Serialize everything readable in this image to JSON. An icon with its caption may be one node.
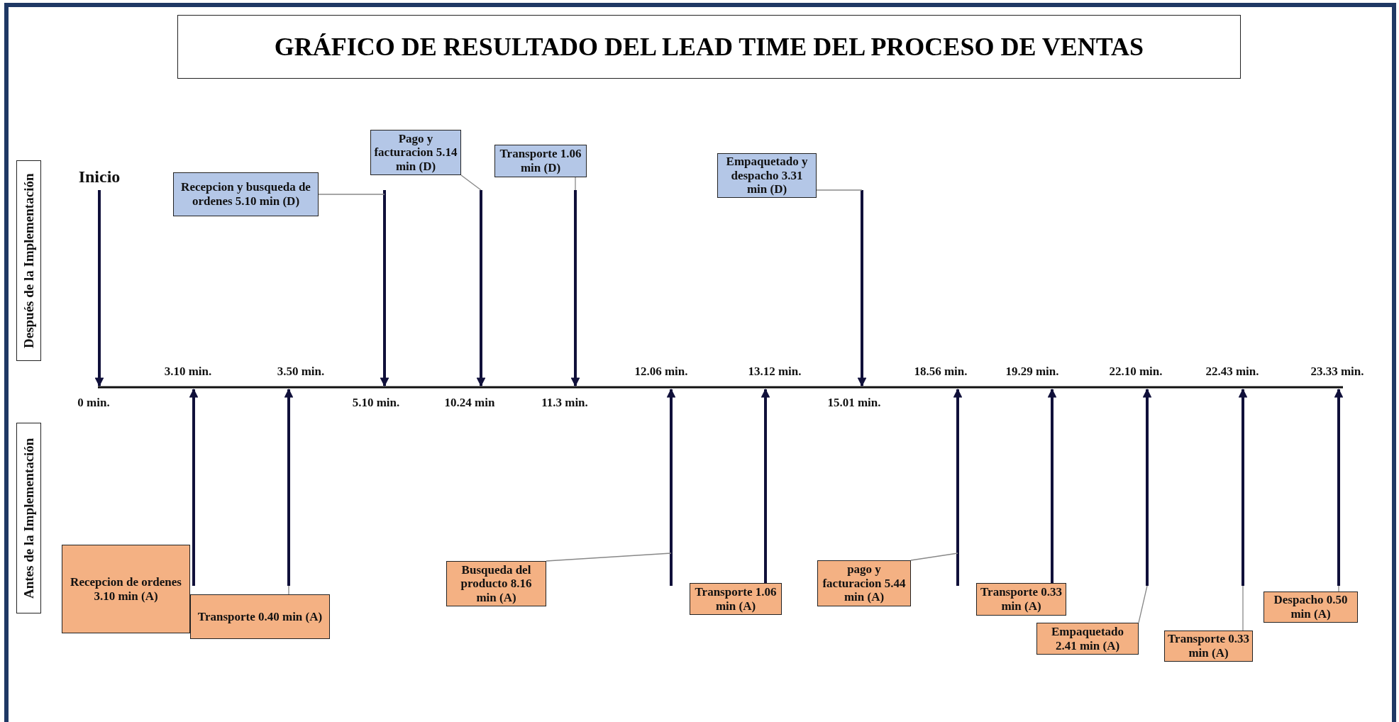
{
  "diagram": {
    "title": "GRÁFICO DE RESULTADO DEL LEAD TIME DEL PROCESO DE VENTAS",
    "nodes": [
      {
        "text": [
          "Después de la Implementación"
        ]
      },
      {
        "text": [
          "Recepcion y busqueda de ordenes 5.10 min (D)"
        ]
      },
      {
        "text": [
          "Pago y facturacion 5.14 min (D)"
        ]
      },
      {
        "text": [
          "Transporte 1.06 min (D)"
        ]
      },
      {
        "text": [
          "Empaquetado y despacho 3.31 min (D)"
        ]
      },
      {
        "text": [
          "Antes de la Implementación"
        ]
      },
      {
        "text": [
          "Recepcion de ordenes 3.10 min (A)"
        ]
      },
      {
        "text": [
          "Transporte 0.40 min (A)"
        ]
      },
      {
        "text": [
          "Busqueda del producto 8.16 min (A)"
        ]
      },
      {
        "text": [
          "Transporte 1.06 min (A)"
        ]
      },
      {
        "text": [
          "pago y facturacion 5.44 min (A)"
        ]
      },
      {
        "text": [
          "Transporte 0.33 min (A)"
        ]
      },
      {
        "text": [
          "Empaquetado 2.41 min (A)"
        ]
      },
      {
        "text": [
          "Transporte 0.33 min (A)"
        ]
      },
      {
        "text": [
          "Despacho 0.50 min (A)"
        ]
      }
    ],
    "edges": [
      {
        "from": 1,
        "to": null,
        "arrow": "none"
      },
      {
        "from": 2,
        "to": null,
        "arrow": "none"
      },
      {
        "from": 3,
        "to": null,
        "arrow": "none"
      },
      {
        "from": 4,
        "to": null,
        "arrow": "none"
      },
      {
        "from": 7,
        "to": null,
        "arrow": "none"
      },
      {
        "from": 8,
        "to": null,
        "arrow": "none"
      },
      {
        "from": 10,
        "to": null,
        "arrow": "none"
      },
      {
        "from": 12,
        "to": null,
        "arrow": "none"
      },
      {
        "from": 13,
        "to": null,
        "arrow": "none"
      },
      {
        "from": 14,
        "to": null,
        "arrow": "none"
      }
    ],
    "labels": [
      "Inicio",
      "3.10 min.",
      "3.50 min.",
      "12.06 min.",
      "13.12 min.",
      "18.56 min.",
      "19.29 min.",
      "22.10 min.",
      "22.43 min.",
      "23.33 min.",
      "0 min.",
      "5.10 min.",
      "10.24 min",
      "11.3 min.",
      "15.01 min."
    ]
  }
}
